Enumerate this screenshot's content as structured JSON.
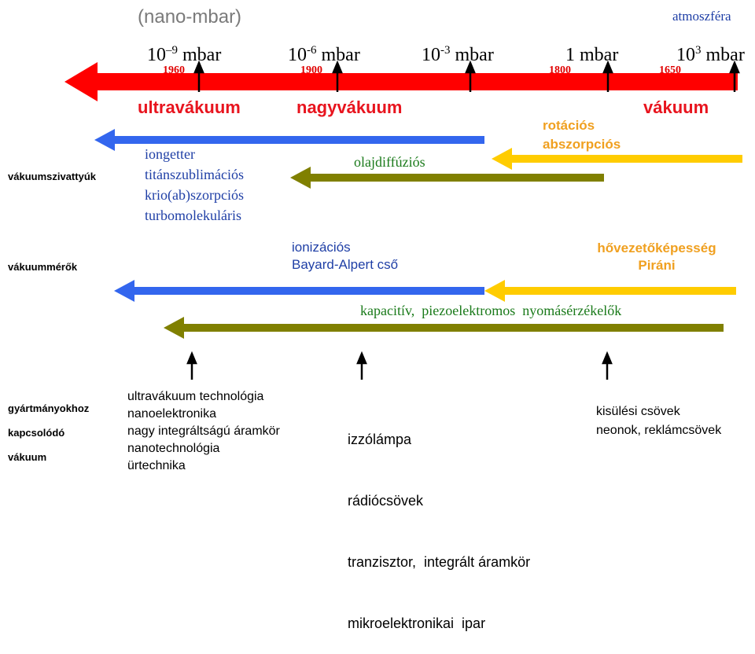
{
  "header": {
    "unit_note": "(nano-mbar)",
    "atmosphere": "atmoszféra"
  },
  "scale": {
    "pressures": [
      {
        "base": "10",
        "exp": "–9",
        "unit": " mbar"
      },
      {
        "base": "10",
        "exp": "-6",
        "unit": " mbar"
      },
      {
        "base": "10",
        "exp": "-3",
        "unit": " mbar"
      },
      {
        "base": "1",
        "exp": "",
        "unit": " mbar"
      },
      {
        "base": "10",
        "exp": "3",
        "unit": " mbar"
      }
    ],
    "years": [
      "1960",
      "1900",
      "1800",
      "1650"
    ]
  },
  "regimes": {
    "ultra": "ultravákuum",
    "high": "nagyvákuum",
    "vacuum": "vákuum"
  },
  "pumps": {
    "section_label": "vákuumszivattyúk",
    "low_vacuum": [
      "rotációs",
      "abszorpciós"
    ],
    "oil_diffusion": "olajdiffúziós",
    "uhv_pumps": [
      "iongetter",
      "titánszublimációs",
      "krio(ab)szorpciós",
      "turbomolekuláris"
    ]
  },
  "gauges": {
    "section_label": "vákuummérők",
    "ionization": [
      "ionizációs",
      "Bayard-Alpert cső"
    ],
    "thermal": [
      "hővezetőképesség",
      "Piráni"
    ],
    "capacitive": "kapacitív,  piezoelektromos  nyomásérzékelők"
  },
  "applications": {
    "section_label": [
      "gyártmányokhoz",
      "kapcsolódó",
      "vákuum"
    ],
    "uhv": [
      "ultravákuum technológia",
      "nanoelektronika",
      "nagy integráltságú áramkör",
      "nanotechnológia",
      "ürtechnika"
    ],
    "hv": [
      "izzólámpa",
      "rádiócsövek",
      "tranzisztor,  integrált áramkör",
      "mikroelektronikai  ipar"
    ],
    "lv": [
      "kisülési csövek",
      "neonok, reklámcsövek"
    ]
  },
  "colors": {
    "red": "#ff0000",
    "blue": "#3366ee",
    "yellow": "#ffcc00",
    "olive": "#808000",
    "text_blue": "#1f3fa6",
    "text_orange": "#f0a020",
    "text_green": "#1a7a1a",
    "year_red": "#e00000",
    "regime_red": "#e8141e"
  }
}
